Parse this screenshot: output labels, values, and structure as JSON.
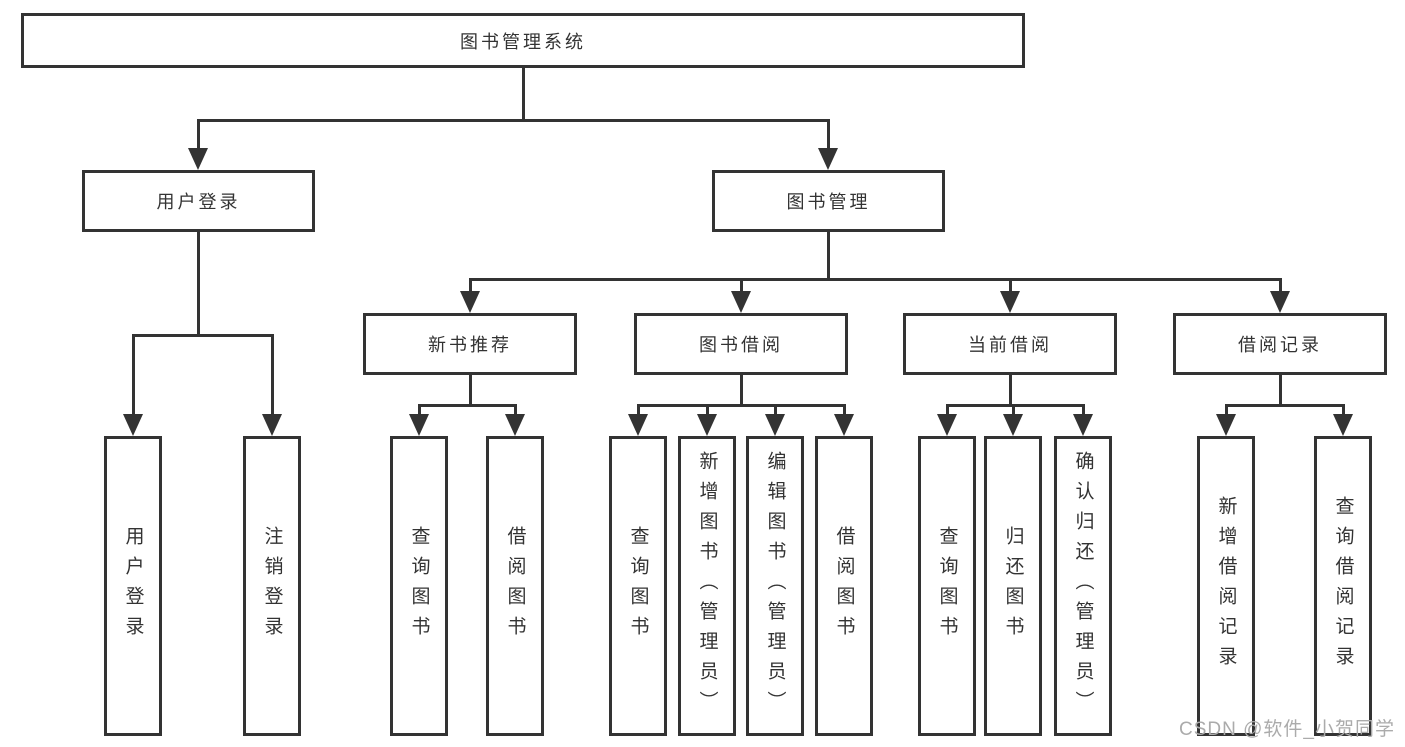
{
  "diagram": {
    "type": "hierarchy-tree",
    "title": "图书管理系统"
  },
  "nodes": {
    "root": {
      "label": "图书管理系统"
    },
    "level2": [
      {
        "label": "用户登录"
      },
      {
        "label": "图书管理"
      }
    ],
    "level3": [
      {
        "label": "新书推荐"
      },
      {
        "label": "图书借阅"
      },
      {
        "label": "当前借阅"
      },
      {
        "label": "借阅记录"
      }
    ],
    "leaves": {
      "user_login": [
        {
          "label": "用户登录"
        },
        {
          "label": "注销登录"
        }
      ],
      "new_book": [
        {
          "label": "查询图书"
        },
        {
          "label": "借阅图书"
        }
      ],
      "book_borrow": [
        {
          "label": "查询图书"
        },
        {
          "label": "新增图书（管理员）"
        },
        {
          "label": "编辑图书（管理员）"
        },
        {
          "label": "借阅图书"
        }
      ],
      "current_borrow": [
        {
          "label": "查询图书"
        },
        {
          "label": "归还图书"
        },
        {
          "label": "确认归还（管理员）"
        }
      ],
      "borrow_records": [
        {
          "label": "新增借阅记录"
        },
        {
          "label": "查询借阅记录"
        }
      ]
    }
  },
  "watermark": "CSDN @软件_小贺同学",
  "colors": {
    "line": "#333333",
    "text": "#333333",
    "background": "#ffffff",
    "watermark": "#ababab"
  }
}
